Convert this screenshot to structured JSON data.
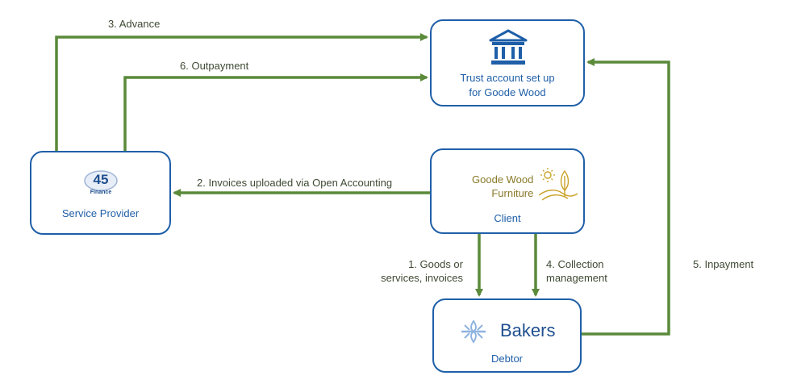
{
  "boxes": {
    "trust": {
      "caption_line1": "Trust account set up",
      "caption_line2": "for Goode Wood"
    },
    "provider": {
      "logo_number": "45",
      "logo_word": "Finance",
      "caption": "Service Provider"
    },
    "client": {
      "logo_line1": "Goode Wood",
      "logo_line2": "Furniture",
      "caption": "Client"
    },
    "debtor": {
      "logo_word": "Bakers",
      "caption": "Debtor"
    }
  },
  "edges": {
    "advance": "3. Advance",
    "outpayment": "6. Outpayment",
    "invoices_uploaded": "2. Invoices uploaded via Open Accounting",
    "goods_line1": "1. Goods or",
    "goods_line2": "services, invoices",
    "collection_line1": "4. Collection",
    "collection_line2": "management",
    "inpayment": "5. Inpayment"
  },
  "colors": {
    "box_border": "#1f5fa8",
    "arrow": "#5a8a3a",
    "goode_gold": "#c9a227",
    "bakers_blue": "#1f4f8f"
  },
  "icons": [
    "bank-icon",
    "finance-45-logo",
    "goode-wood-logo-art",
    "bakers-mark-icon"
  ]
}
